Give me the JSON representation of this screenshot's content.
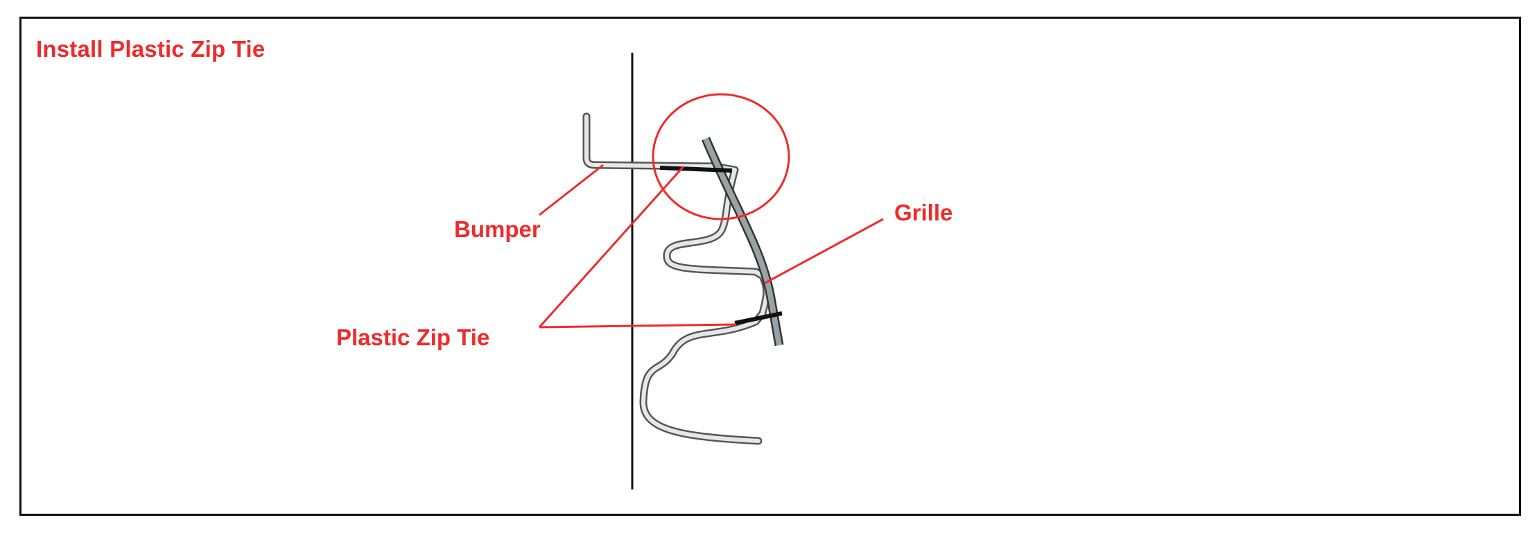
{
  "diagram": {
    "title": "Install Plastic Zip Tie",
    "labels": {
      "bumper": "Bumper",
      "zip_tie": "Plastic Zip Tie",
      "grille": "Grille"
    },
    "colors": {
      "callout": "#ee2b2b",
      "outline": "#111111",
      "part_fill": "#d9dcdc",
      "part_edge": "#555555",
      "grille_fill": "#9aa3a3",
      "zip_tie": "#111111"
    }
  }
}
